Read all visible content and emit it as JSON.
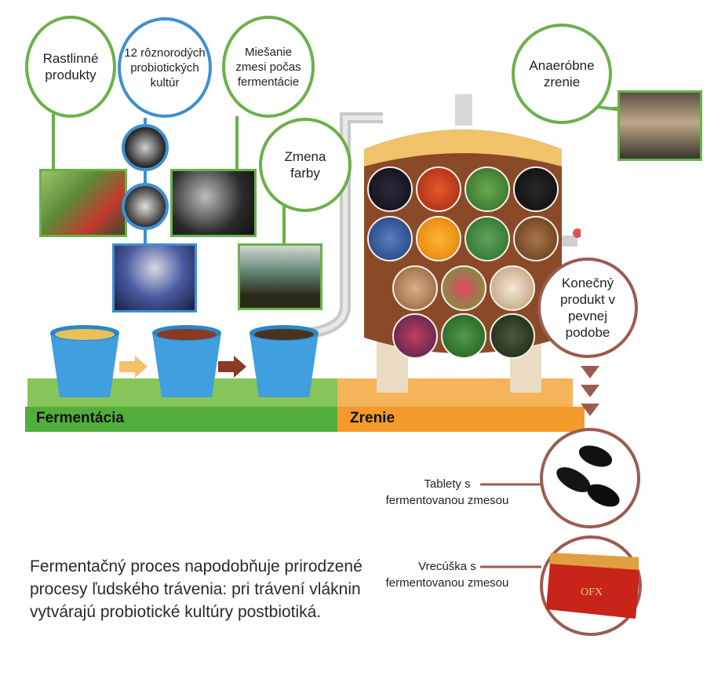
{
  "steps": {
    "plants": "Rastlinné produkty",
    "cultures": "12 rôznorodých probiotických kultúr",
    "mixing": "Miešanie zmesi počas fermentácie",
    "color": "Zmena farby",
    "anaerobic": "Anaeróbne zrenie",
    "final": "Konečný produkt v pevnej podobe"
  },
  "phases": {
    "fermentation": "Fermentácia",
    "maturation": "Zrenie"
  },
  "products": {
    "tablets": "Tablety s fermentovanou zmesou",
    "sachet": "Vrecúška s fermentovanou zmesou",
    "sachet_print": "OFX"
  },
  "caption": "Fermentačný proces napodobňuje prirodzené procesy ľudského trávenia: pri trávení vláknin vytvárajú probiotické kultúry postbiotiká.",
  "colors": {
    "green": "#6ab14a",
    "blue": "#3f8fd0",
    "orange": "#f39a2b",
    "brown": "#9b5c50"
  }
}
